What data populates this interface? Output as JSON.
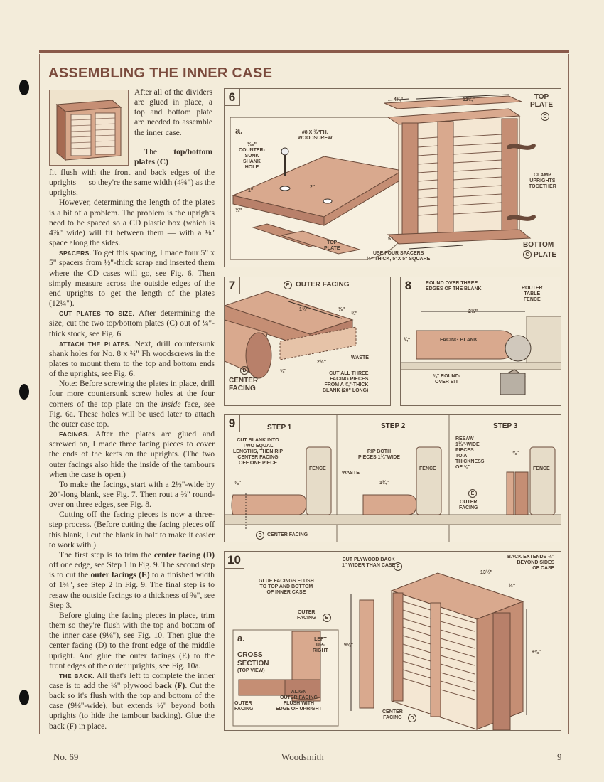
{
  "page": {
    "heading": "ASSEMBLING THE INNER CASE",
    "footer_left": "No. 69",
    "footer_center": "Woodsmith",
    "footer_right": "9"
  },
  "article": {
    "p1": "After all of the dividers are glued in place, a top and bottom plate are needed to assemble the inner case.",
    "p2_pre": "The ",
    "p2_bold": "top/bottom plates (C)",
    "p2_post": " fit flush with the front and back edges of the uprights — so they're the same width (4¾\") as the uprights.",
    "p3": "However, determining the length of the plates is a bit of a problem. The problem is the uprights need to be spaced so a CD plastic box (which is 4⅞\" wide) will fit between them — with a ⅛\" space along the sides.",
    "p4_head": "SPACERS.",
    "p4": " To get this spacing, I made four 5\" x 5\" spacers from ½\"-thick scrap and inserted them where the CD cases will go, see Fig. 6. Then simply measure across the outside edges of the end uprights to get the length of the plates (12¼\").",
    "p5_head": "CUT PLATES TO SIZE.",
    "p5": " After determining the size, cut the two top/bottom plates (C) out of ¼\"-thick stock, see Fig. 6.",
    "p6_head": "ATTACH THE PLATES.",
    "p6": " Next, drill countersunk shank holes for No. 8 x ¾\" Fh woodscrews in the plates to mount them to the top and bottom ends of the uprights, see Fig. 6.",
    "p7_pre": "Note: Before screwing the plates in place, drill four more countersunk screw holes at the four corners of the top plate on the ",
    "p7_italic": "inside",
    "p7_post": " face, see Fig. 6a. These holes will be used later to attach the outer case top.",
    "p8_head": "FACINGS.",
    "p8": " After the plates are glued and screwed on, I made three facing pieces to cover the ends of the kerfs on the uprights. (The two outer facings also hide the inside of the tambours when the case is open.)",
    "p9": "To make the facings, start with a 2½\"-wide by 20\"-long blank, see Fig. 7. Then rout a ⅜\" round-over on three edges, see Fig. 8.",
    "p10": "Cutting off the facing pieces is now a three-step process. (Before cutting the facing pieces off this blank, I cut the blank in half to make it easier to work with.)",
    "p11_a": "The first step is to trim the ",
    "p11_b": "center facing (D)",
    "p11_c": " off one edge, see Step 1 in Fig. 9. The second step is to cut the ",
    "p11_d": "outer facings (E)",
    "p11_e": " to a finished width of 1¾\", see Step 2 in Fig. 9. The final step is to resaw the outside facings to a thickness of ⅜\", see Step 3.",
    "p12": "Before gluing the facing pieces in place, trim them so they're flush with the top and bottom of the inner case (9⅛\"), see Fig. 10. Then glue the center facing (D) to the front edge of the middle upright. And glue the outer facings (E) to the front edges of the outer uprights, see Fig. 10a.",
    "p13_head": "THE BACK.",
    "p13_a": " All that's left to complete the inner case is to add the ¼\" plywood ",
    "p13_b": "back (F)",
    "p13_c": ". Cut the back so it's flush with the top and bottom of the case (9⅛\"-wide), but extends ½\" beyond both uprights (to hide the tambour backing). Glue the back (F) in place."
  },
  "figures": {
    "fig6": {
      "number": "6",
      "sub": "a.",
      "dim_a": "4¾\"",
      "dim_b": "12¼\"",
      "top_plate": "TOP\nPLATE",
      "c1": "C",
      "clamp": "CLAMP\nUPRIGHTS\nTOGETHER",
      "bottom_plate": "BOTTOM",
      "plate": "PLATE",
      "c2": "C",
      "spacers": "USE FOUR SPACERS\n½\" THICK, 5\"x 5\" SQUARE",
      "dim_5": "5\"",
      "countersunk": "³⁄₁₆\"\nCOUNTER-\nSUNK\nSHANK\nHOLE",
      "screw": "#8 x ¾\"Fh.\nWOODSCREW",
      "dim_1": "1\"",
      "dim_2": "2\"",
      "dim_14": "¼\"",
      "top_plate_a": "TOP\nPLATE"
    },
    "fig7": {
      "number": "7",
      "e": "E",
      "outer_facing": "OUTER FACING",
      "dim_134": "1¾\"",
      "dim_38": "⅜\"",
      "dim_34": "¾\"",
      "dim_212": "2½\"",
      "waste": "WASTE",
      "dim_38b": "⅜\"",
      "d": "D",
      "center_facing": "CENTER\nFACING",
      "cut_all": "CUT ALL THREE\nFACING PIECES\nFROM A ¾\"-THICK\nBLANK (20\" LONG)"
    },
    "fig8": {
      "number": "8",
      "round_over": "ROUND OVER THREE\nEDGES OF THE BLANK",
      "fence": "ROUTER\nTABLE\nFENCE",
      "dim_212": "2½\"",
      "dim_34": "¾\"",
      "blank": "FACING BLANK",
      "bit": "⅜\" ROUND-\nOVER BIT"
    },
    "fig9": {
      "number": "9",
      "step1": "STEP 1",
      "step2": "STEP 2",
      "step3": "STEP 3",
      "s1_text": "CUT BLANK INTO\nTWO EQUAL\nLENGTHS, THEN RIP\nCENTER FACING\nOFF ONE PIECE",
      "s1_dim": "⅜\"",
      "fence": "FENCE",
      "d": "D",
      "center_facing": "CENTER FACING",
      "s2_text": "RIP BOTH\nPIECES 1¾\"WIDE",
      "waste": "WASTE",
      "s2_dim": "1¾\"",
      "s3_text": "RESAW\n1¾\"-WIDE\nPIECES\nTO A\nTHICKNESS\nOF ⅜\"",
      "s3_dim": "⅜\"",
      "e": "E",
      "outer_facing": "OUTER\nFACING"
    },
    "fig10": {
      "number": "10",
      "cut_back": "CUT PLYWOOD BACK\n1\" WIDER THAN CASE",
      "f": "F",
      "back_ext": "BACK EXTENDS ½\"\nBEYOND SIDES\nOF CASE",
      "dim_1314": "13¼\"",
      "dim_12": "½\"",
      "glue": "GLUE FACINGS FLUSH\nTO TOP AND BOTTOM\nOF INNER CASE",
      "outer_facing": "OUTER\nFACING",
      "e": "E",
      "dim_918a": "9⅛\"",
      "dim_918b": "9⅛\"",
      "sub": "a.",
      "cross": "CROSS\nSECTION",
      "topview": "(TOP VIEW)",
      "left_upright": "LEFT\nUP-\nRIGHT",
      "outer_facing_a": "OUTER\nFACING",
      "align": "ALIGN\nOUTER FACING\nFLUSH WITH\nEDGE OF UPRIGHT",
      "center_facing": "CENTER\nFACING",
      "d": "D"
    }
  },
  "colors": {
    "rule": "#8a5a4a",
    "heading": "#7a4a3c",
    "wood": "#d9a98e",
    "wood_dark": "#b8806a",
    "ink": "#3a3028"
  }
}
